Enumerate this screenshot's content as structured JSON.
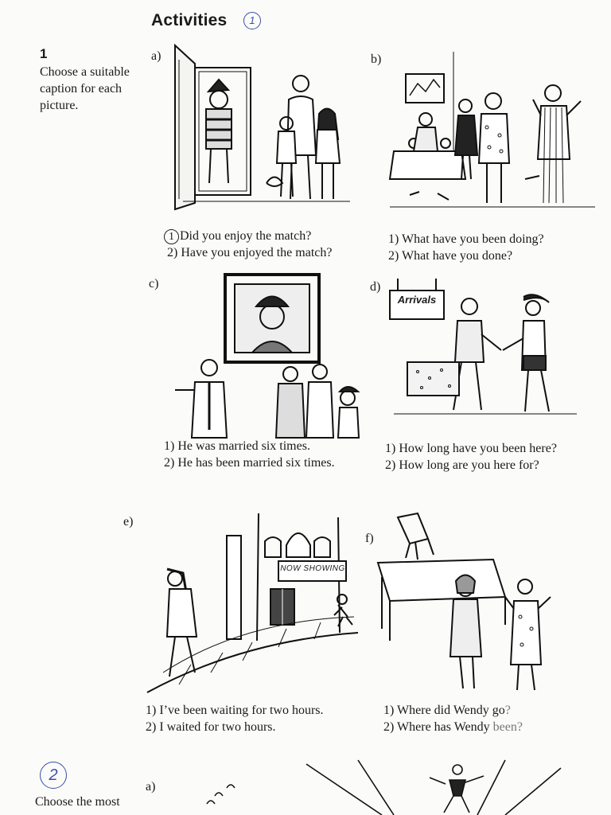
{
  "page": {
    "title": "Activities",
    "title_annotation": "1",
    "exercise_number": "1",
    "instruction": "Choose a suitable caption for each picture.",
    "second_exercise_annotation": "2",
    "second_instruction": "Choose the most"
  },
  "pictures": [
    {
      "letter": "a)",
      "captions": [
        "Did you enjoy the match?",
        "2) Have you enjoyed the match?"
      ],
      "circled_number": "1"
    },
    {
      "letter": "b)",
      "captions": [
        "1) What have you been doing?",
        "2) What have you done?"
      ]
    },
    {
      "letter": "c)",
      "captions": [
        "1) He was married six times.",
        "2) He has been married six times."
      ]
    },
    {
      "letter": "d)",
      "captions": [
        "1) How long have you been here?",
        "2) How long are you here for?"
      ],
      "sign": "Arrivals"
    },
    {
      "letter": "e)",
      "captions": [
        "1) I’ve been waiting for two hours.",
        "2) I waited for two hours."
      ],
      "sign": "NOW SHOWING"
    },
    {
      "letter": "f)",
      "captions": [
        "1) Where did Wendy go",
        "2) Where has Wendy"
      ],
      "faded_tails": [
        "?",
        "been?"
      ]
    },
    {
      "letter": "a)"
    }
  ],
  "icons": [
    "illustration-cartoon"
  ]
}
